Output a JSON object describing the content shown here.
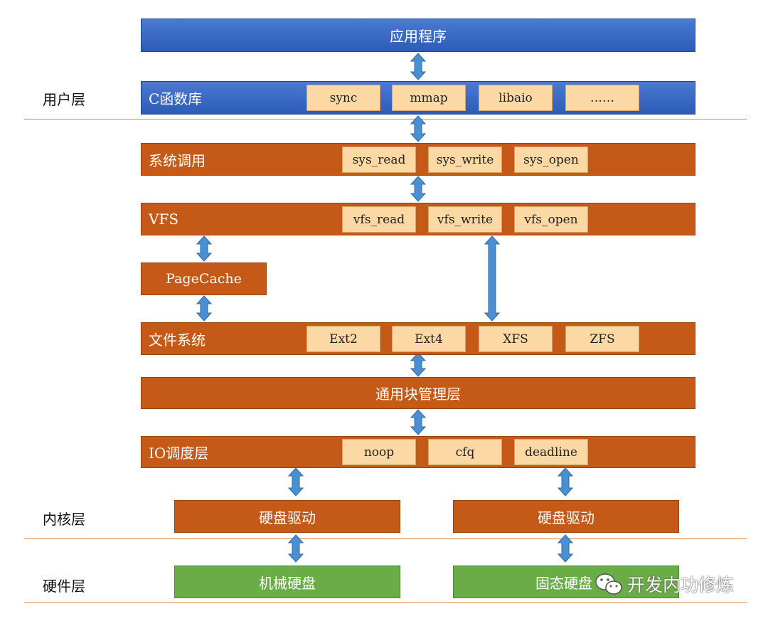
{
  "layers": {
    "user": "用户层",
    "kernel": "内核层",
    "hardware": "硬件层"
  },
  "app": {
    "title": "应用程序"
  },
  "clib": {
    "title": "C函数库",
    "items": [
      "sync",
      "mmap",
      "libaio",
      "……"
    ]
  },
  "syscall": {
    "title": "系统调用",
    "items": [
      "sys_read",
      "sys_write",
      "sys_open"
    ]
  },
  "vfs": {
    "title": "VFS",
    "items": [
      "vfs_read",
      "vfs_write",
      "vfs_open"
    ]
  },
  "pagecache": {
    "title": "PageCache"
  },
  "fs": {
    "title": "文件系统",
    "items": [
      "Ext2",
      "Ext4",
      "XFS",
      "ZFS"
    ]
  },
  "block": {
    "title": "通用块管理层"
  },
  "io_sched": {
    "title": "IO调度层",
    "items": [
      "noop",
      "cfq",
      "deadline"
    ]
  },
  "drivers": [
    "硬盘驱动",
    "硬盘驱动"
  ],
  "disks": [
    "机械硬盘",
    "固态硬盘"
  ],
  "watermark": {
    "text": "开发内功修炼",
    "icon": "wechat-icon"
  },
  "colors": {
    "blue": "#2d5bb8",
    "orange": "#c55a18",
    "green": "#6aad47",
    "chip": "#fcd9a4",
    "arrow": "#4a8fd0",
    "divider": "#e87f3b"
  }
}
